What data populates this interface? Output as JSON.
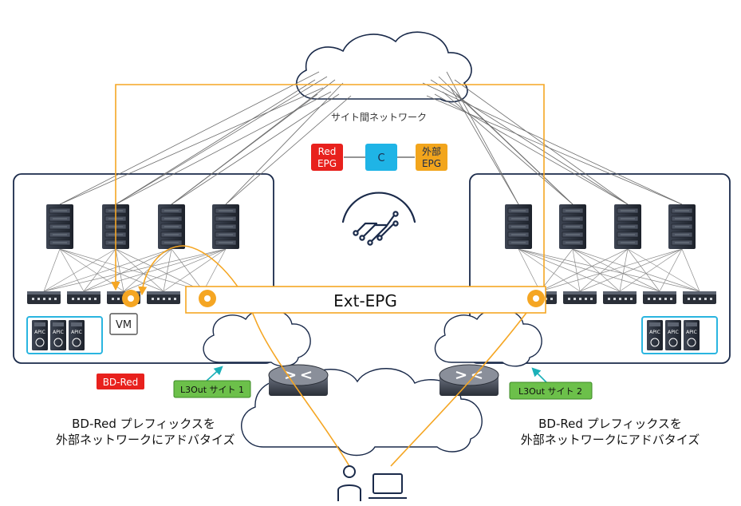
{
  "intersite_network_label": "サイト間ネットワーク",
  "contract": {
    "left_epg": "Red EPG",
    "left_epg_lines": [
      "Red",
      "EPG"
    ],
    "center": "C",
    "right_epg": "外部 EPG",
    "right_epg_lines": [
      "外部",
      "EPG"
    ]
  },
  "ext_epg_label": "Ext-EPG",
  "vm_label": "VM",
  "bd_label": "BD-Red",
  "apic_label": "APIC",
  "l3out_left": "L3Out サイト 1",
  "l3out_right": "L3Out サイト 2",
  "caption_left": [
    "BD-Red プレフィックスを",
    "外部ネットワークにアドバタイズ"
  ],
  "caption_right": [
    "BD-Red プレフィックスを",
    "外部ネットワークにアドバタイズ"
  ],
  "colors": {
    "red_epg": "#e8211d",
    "contract": "#1fb4e6",
    "external_epg": "#f2a51c",
    "path": "#f5a623",
    "site_border": "#1a2a4a",
    "apic_border": "#2ab5e0",
    "l3out": "#6cc04a",
    "server": "#2e3440"
  }
}
